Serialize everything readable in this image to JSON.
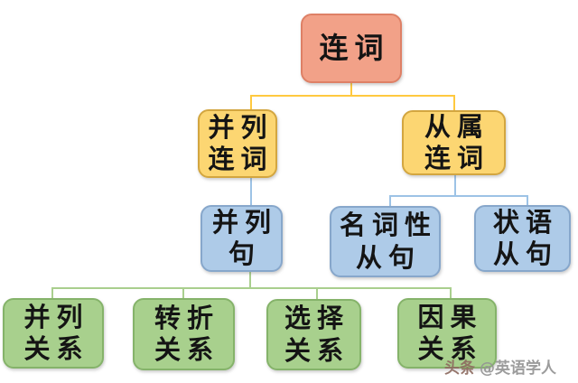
{
  "diagram": {
    "root": {
      "label": "连词"
    },
    "level2": {
      "coordinating": {
        "line1": "并列",
        "line2": "连词"
      },
      "subordinating": {
        "line1": "从属",
        "line2": "连词"
      }
    },
    "level3": {
      "compound_sentence": {
        "line1": "并列",
        "line2": "句"
      },
      "noun_clause": {
        "line1": "名词性",
        "line2": "从句"
      },
      "adverbial_clause": {
        "line1": "状语",
        "line2": "从句"
      }
    },
    "level4": {
      "coordinate": {
        "line1": "并列",
        "line2": "关系"
      },
      "adversative": {
        "line1": "转折",
        "line2": "关系"
      },
      "alternative": {
        "line1": "选择",
        "line2": "关系"
      },
      "causal": {
        "line1": "因果",
        "line2": "关系"
      }
    },
    "colors": {
      "root_fill": "#F2A188",
      "root_border": "#DE8066",
      "level2_fill": "#FCD672",
      "level2_border": "#D3A640",
      "level3_fill": "#AECBE8",
      "level3_border": "#87A7CB",
      "level4_fill": "#A8D08D",
      "level4_border": "#85B36A",
      "connector_yellow": "#FFC93F",
      "connector_blue": "#9DC3E6",
      "connector_green": "#A9CF8E"
    }
  },
  "watermark": {
    "brand": "头条",
    "handle": "@英语学人"
  }
}
